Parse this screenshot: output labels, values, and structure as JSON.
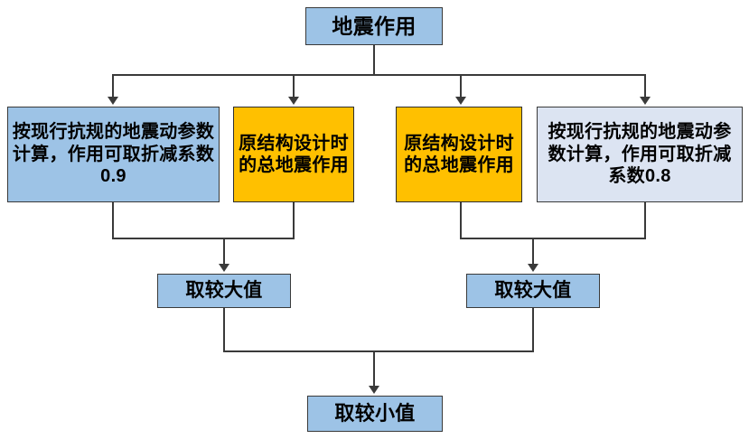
{
  "diagram": {
    "title_node": {
      "label": "地震作用"
    },
    "level2": [
      {
        "label": "按现行抗规的地震动参数计算，作用可取折减系数0.9",
        "color": "#9DC3E6"
      },
      {
        "label": "原结构设计时的总地震作用",
        "color": "#FFC000"
      },
      {
        "label": "原结构设计时的总地震作用",
        "color": "#FFC000"
      },
      {
        "label": "按现行抗规的地震动参数计算，作用可取折减系数0.8",
        "color": "#DCE4F2"
      }
    ],
    "level3": [
      {
        "label": "取较大值",
        "color": "#9DC3E6"
      },
      {
        "label": "取较大值",
        "color": "#9DC3E6"
      }
    ],
    "level4": {
      "label": "取较小值",
      "color": "#9DC3E6"
    },
    "palette": {
      "blue": "#9DC3E6",
      "light_blue": "#DCE4F2",
      "orange": "#FFC000",
      "stroke": "#3A3A3A",
      "background": "#FFFFFF"
    }
  }
}
